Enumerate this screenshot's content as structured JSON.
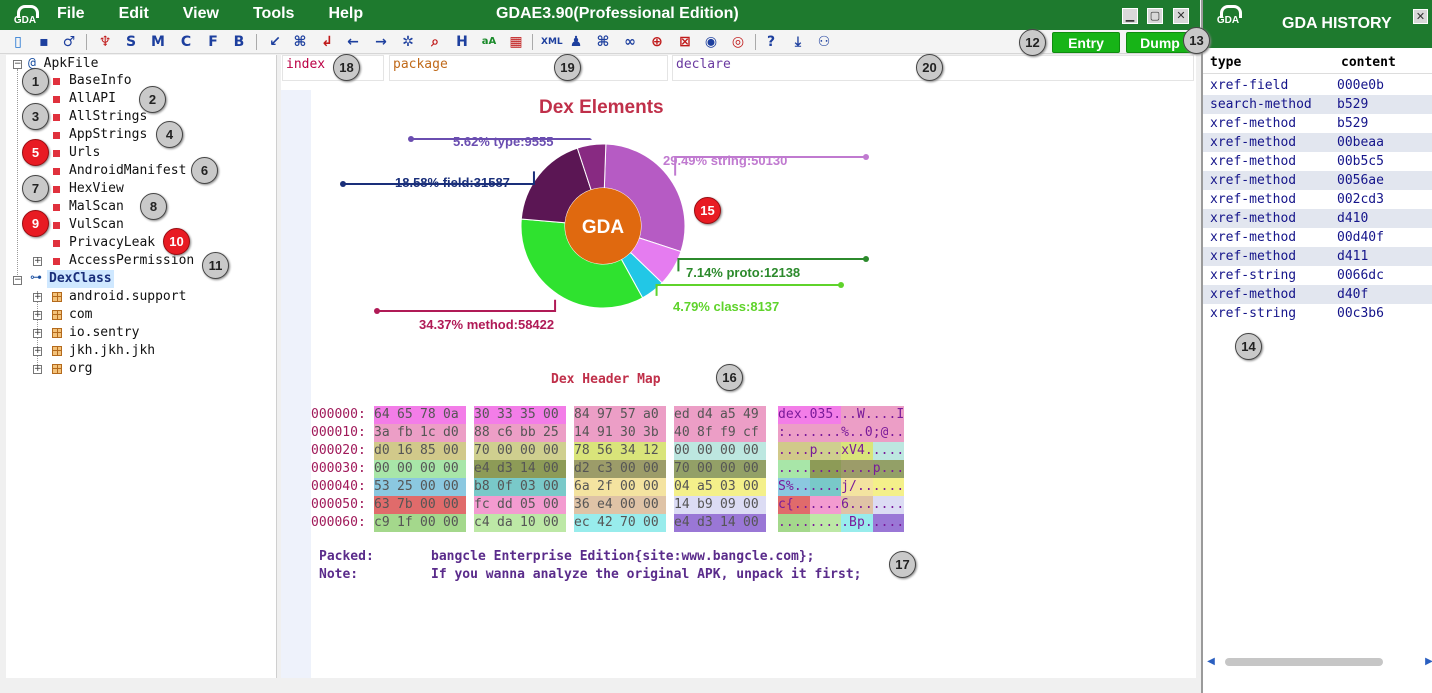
{
  "window": {
    "title": "GDAE3.90(Professional Edition)",
    "logo": "GDA",
    "menu": [
      "File",
      "Edit",
      "View",
      "Tools",
      "Help"
    ],
    "controls": {
      "minimize": "▁",
      "maximize": "▢",
      "close": "✕"
    }
  },
  "toolbar": {
    "letters": [
      "S",
      "M",
      "C",
      "F",
      "B"
    ],
    "entry_label": "Entry",
    "dump_label": "Dump"
  },
  "markers": [
    "1",
    "2",
    "3",
    "4",
    "5",
    "6",
    "7",
    "8",
    "9",
    "10",
    "11",
    "12",
    "13",
    "14",
    "15",
    "16",
    "17",
    "18",
    "19",
    "20"
  ],
  "tree": {
    "apk_root": "ApkFile",
    "apk_items": [
      "BaseInfo",
      "AllAPI",
      "AllStrings",
      "AppStrings",
      "Urls",
      "AndroidManifest",
      "HexView",
      "MalScan",
      "VulScan",
      "PrivacyLeak",
      "AccessPermission"
    ],
    "dex_root": "DexClass",
    "dex_items": [
      "android.support",
      "com",
      "io.sentry",
      "jkh.jkh.jkh",
      "org"
    ]
  },
  "search": {
    "index": "index",
    "package": "package",
    "declare": "declare"
  },
  "chart_data": {
    "type": "pie",
    "title": "Dex Elements",
    "center_label": "GDA",
    "slices": [
      {
        "label": "29.49% string:50130",
        "percent": 29.49,
        "value": 50130,
        "color": "#b65bc4"
      },
      {
        "label": "7.14% proto:12138",
        "percent": 7.14,
        "value": 12138,
        "color": "#e57cf0"
      },
      {
        "label": "4.79% class:8137",
        "percent": 4.79,
        "value": 8137,
        "color": "#22c7e6"
      },
      {
        "label": "34.37% method:58422",
        "percent": 34.37,
        "value": 58422,
        "color": "#2fe22f"
      },
      {
        "label": "18.58% field:31587",
        "percent": 18.58,
        "value": 31587,
        "color": "#5b1654"
      },
      {
        "label": "5.62% type:9555",
        "percent": 5.62,
        "value": 9555,
        "color": "#882a82"
      }
    ],
    "label_colors": {
      "string": "#c07ad0",
      "proto": "#2c8a2c",
      "class": "#5fd32b",
      "method": "#b01a56",
      "field": "#1a2f7a",
      "type": "#6a4db0"
    }
  },
  "hexmap": {
    "title": "Dex Header Map",
    "rows": [
      {
        "addr": "000000:",
        "bytes": [
          "64",
          "65",
          "78",
          "0a",
          "30",
          "33",
          "35",
          "00",
          "84",
          "97",
          "57",
          "a0",
          "ed",
          "d4",
          "a5",
          "49"
        ],
        "ascii": "dex.035...W....I"
      },
      {
        "addr": "000010:",
        "bytes": [
          "3a",
          "fb",
          "1c",
          "d0",
          "88",
          "c6",
          "bb",
          "25",
          "14",
          "91",
          "30",
          "3b",
          "40",
          "8f",
          "f9",
          "cf"
        ],
        "ascii": ":.......%..0;@..."
      },
      {
        "addr": "000020:",
        "bytes": [
          "d0",
          "16",
          "85",
          "00",
          "70",
          "00",
          "00",
          "00",
          "78",
          "56",
          "34",
          "12",
          "00",
          "00",
          "00",
          "00"
        ],
        "ascii": "....p...xV4....."
      },
      {
        "addr": "000030:",
        "bytes": [
          "00",
          "00",
          "00",
          "00",
          "e4",
          "d3",
          "14",
          "00",
          "d2",
          "c3",
          "00",
          "00",
          "70",
          "00",
          "00",
          "00"
        ],
        "ascii": "............p..."
      },
      {
        "addr": "000040:",
        "bytes": [
          "53",
          "25",
          "00",
          "00",
          "b8",
          "0f",
          "03",
          "00",
          "6a",
          "2f",
          "00",
          "00",
          "04",
          "a5",
          "03",
          "00"
        ],
        "ascii": "S%......j/......"
      },
      {
        "addr": "000050:",
        "bytes": [
          "63",
          "7b",
          "00",
          "00",
          "fc",
          "dd",
          "05",
          "00",
          "36",
          "e4",
          "00",
          "00",
          "14",
          "b9",
          "09",
          "00"
        ],
        "ascii": "c{......6......."
      },
      {
        "addr": "000060:",
        "bytes": [
          "c9",
          "1f",
          "00",
          "00",
          "c4",
          "da",
          "10",
          "00",
          "ec",
          "42",
          "70",
          "00",
          "e4",
          "d3",
          "14",
          "00"
        ],
        "ascii": ".........Bp....."
      }
    ],
    "byte_colors": [
      [
        "#f37de8",
        "#f37de8",
        "#f37de8",
        "#f37de8",
        "#f37de8",
        "#f37de8",
        "#f37de8",
        "#f37de8",
        "#ec9ec6",
        "#ec9ec6",
        "#ec9ec6",
        "#ec9ec6",
        "#ec9ec6",
        "#ec9ec6",
        "#ec9ec6",
        "#ec9ec6"
      ],
      [
        "#ec9ec6",
        "#ec9ec6",
        "#ec9ec6",
        "#ec9ec6",
        "#ec9ec6",
        "#ec9ec6",
        "#ec9ec6",
        "#ec9ec6",
        "#ec9ec6",
        "#ec9ec6",
        "#ec9ec6",
        "#ec9ec6",
        "#ec9ec6",
        "#ec9ec6",
        "#ec9ec6",
        "#ec9ec6"
      ],
      [
        "#d1c98a",
        "#d1c98a",
        "#d1c98a",
        "#d1c98a",
        "#cfcf8f",
        "#cfcf8f",
        "#cfcf8f",
        "#cfcf8f",
        "#d9e47a",
        "#d9e47a",
        "#d9e47a",
        "#d9e47a",
        "#bde7e0",
        "#bde7e0",
        "#bde7e0",
        "#bde7e0"
      ],
      [
        "#a8e6a8",
        "#a8e6a8",
        "#a8e6a8",
        "#a8e6a8",
        "#8d9b57",
        "#8d9b57",
        "#8d9b57",
        "#8d9b57",
        "#9c9c69",
        "#9c9c69",
        "#9c9c69",
        "#9c9c69",
        "#93a067",
        "#93a067",
        "#93a067",
        "#93a067"
      ],
      [
        "#8bc8e0",
        "#8bc8e0",
        "#8bc8e0",
        "#8bc8e0",
        "#79c9c9",
        "#79c9c9",
        "#79c9c9",
        "#79c9c9",
        "#f4e3a0",
        "#f4e3a0",
        "#f4e3a0",
        "#f4e3a0",
        "#f4f08a",
        "#f4f08a",
        "#f4f08a",
        "#f4f08a"
      ],
      [
        "#e06b6b",
        "#e06b6b",
        "#e06b6b",
        "#e06b6b",
        "#f39bd0",
        "#f39bd0",
        "#f39bd0",
        "#f39bd0",
        "#dfc3a6",
        "#dfc3a6",
        "#dfc3a6",
        "#dfc3a6",
        "#dcdcf4",
        "#dcdcf4",
        "#dcdcf4",
        "#dcdcf4"
      ],
      [
        "#a4d88c",
        "#a4d88c",
        "#a4d88c",
        "#a4d88c",
        "#bde8a6",
        "#bde8a6",
        "#bde8a6",
        "#bde8a6",
        "#98ecec",
        "#98ecec",
        "#98ecec",
        "#98ecec",
        "#9a77d6",
        "#9a77d6",
        "#9a77d6",
        "#9a77d6"
      ]
    ]
  },
  "info": [
    {
      "key": "Packed:",
      "value": "bangcle Enterprise Edition{site:www.bangcle.com};"
    },
    {
      "key": "Note:",
      "value": "If you wanna analyze the original APK, unpack it first;"
    }
  ],
  "history": {
    "title": "GDA HISTORY",
    "logo": "GDA",
    "columns": [
      "type",
      "content"
    ],
    "rows": [
      {
        "type": "xref-field",
        "content": "000e0b"
      },
      {
        "type": "search-method",
        "content": "b529"
      },
      {
        "type": "xref-method",
        "content": "b529"
      },
      {
        "type": "xref-method",
        "content": "00beaa"
      },
      {
        "type": "xref-method",
        "content": "00b5c5"
      },
      {
        "type": "xref-method",
        "content": "0056ae"
      },
      {
        "type": "xref-method",
        "content": "002cd3"
      },
      {
        "type": "xref-method",
        "content": "d410"
      },
      {
        "type": "xref-method",
        "content": "00d40f"
      },
      {
        "type": "xref-method",
        "content": "d411"
      },
      {
        "type": "xref-string",
        "content": "0066dc"
      },
      {
        "type": "xref-method",
        "content": "d40f"
      },
      {
        "type": "xref-string",
        "content": "00c3b6"
      }
    ]
  }
}
